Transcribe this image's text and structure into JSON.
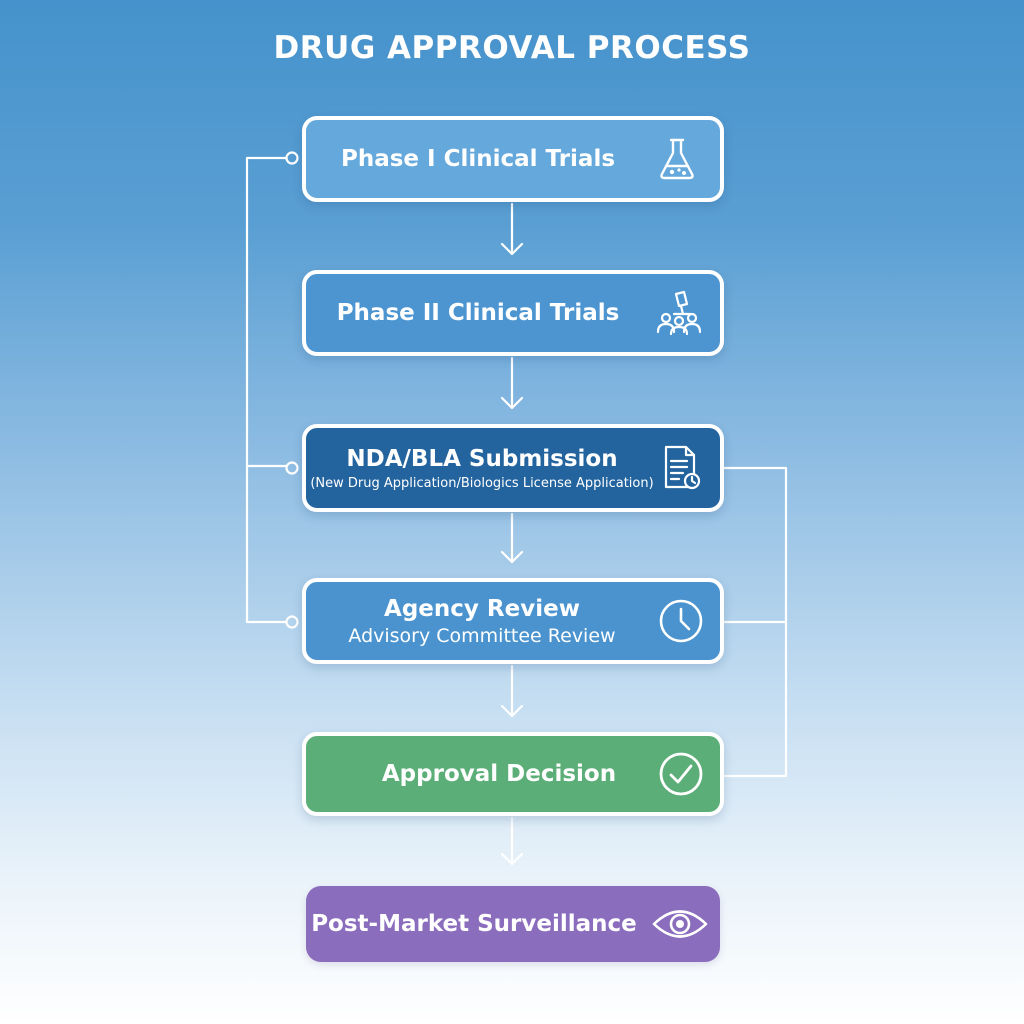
{
  "title": "DRUG APPROVAL PROCESS",
  "steps": [
    {
      "label": "Phase I Clinical Trials",
      "icon": "flask-icon"
    },
    {
      "label": "Phase II Clinical Trials",
      "icon": "microscope-people-icon"
    },
    {
      "label": "NDA/BLA Submission",
      "sublabel": "(New Drug Application/Biologics License Application)",
      "icon": "document-icon"
    },
    {
      "label": "Agency Review",
      "sublabel": "Advisory Committee Review",
      "icon": "clock-icon"
    },
    {
      "label": "Approval Decision",
      "icon": "check-circle-icon"
    },
    {
      "label": "Post-Market Surveillance",
      "icon": "eye-icon"
    }
  ],
  "colors": {
    "phase1": "#64a8dc",
    "phase2": "#4d95d1",
    "submission": "#23649f",
    "review": "#4a93cf",
    "approval": "#5bae78",
    "surveillance": "#8b6dbe",
    "connector": "#ffffff"
  }
}
